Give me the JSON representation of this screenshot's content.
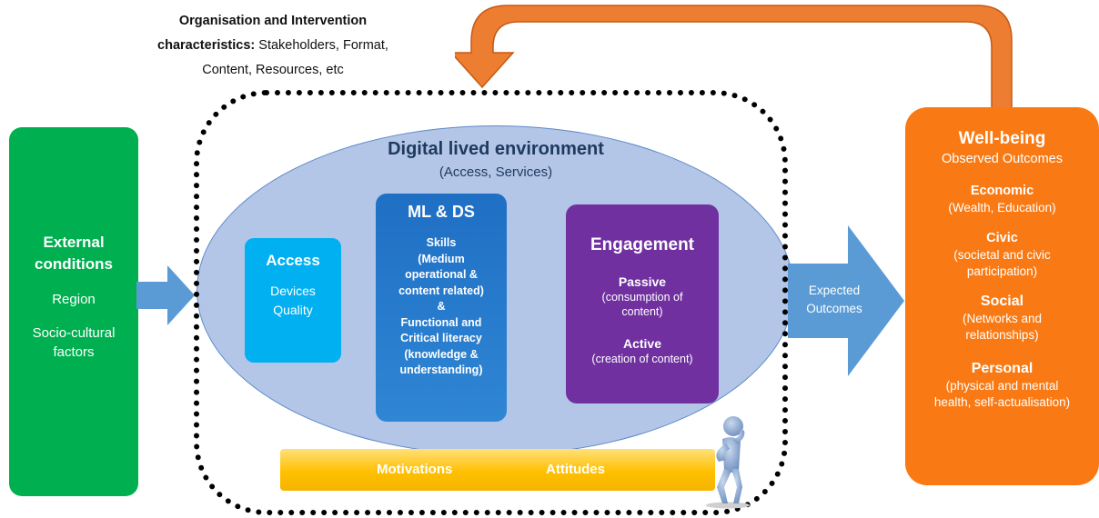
{
  "caption": {
    "bold": "Organisation and Intervention characteristics:",
    "rest": "Stakeholders, Format, Content, Resources, etc"
  },
  "external": {
    "title_line1": "External",
    "title_line2": "conditions",
    "item1": "Region",
    "item2_line1": "Socio-cultural",
    "item2_line2": "factors"
  },
  "environment": {
    "title": "Digital lived environment",
    "subtitle": "(Access, Services)"
  },
  "access": {
    "title": "Access",
    "item1": "Devices",
    "item2": "Quality"
  },
  "mlds": {
    "title": "ML & DS",
    "lines": [
      "Skills",
      "(Medium",
      "operational &",
      "content related)",
      "&",
      "Functional and",
      "Critical literacy",
      "(knowledge &",
      "understanding)"
    ]
  },
  "engagement": {
    "title": "Engagement",
    "passive_title": "Passive",
    "passive_line1": "(consumption of",
    "passive_line2": "content)",
    "active_title": "Active",
    "active_desc": "(creation of content)"
  },
  "motivations": {
    "left": "Motivations",
    "right": "Attitudes"
  },
  "expected": {
    "line1": "Expected",
    "line2": "Outcomes"
  },
  "wellbeing": {
    "title": "Well-being",
    "subtitle": "Observed Outcomes",
    "economic_title": "Economic",
    "economic_desc": "(Wealth,  Education)",
    "civic_title": "Civic",
    "civic_line1": "(societal and civic",
    "civic_line2": "participation)",
    "social_title": "Social",
    "social_line1": "(Networks and",
    "social_line2": "relationships)",
    "personal_title": "Personal",
    "personal_line1": "(physical and mental",
    "personal_line2": "health, self-actualisation)"
  },
  "colors": {
    "external": "#00b050",
    "access": "#00b0f0",
    "mlds": "#1f6fc4",
    "engagement": "#7030a0",
    "wellbeing": "#f97a14",
    "feedback_arrow": "#ed7d31",
    "flow_arrow": "#5b9bd5",
    "ellipse": "#b4c6e7",
    "motivations_bar": "#ffc000"
  }
}
